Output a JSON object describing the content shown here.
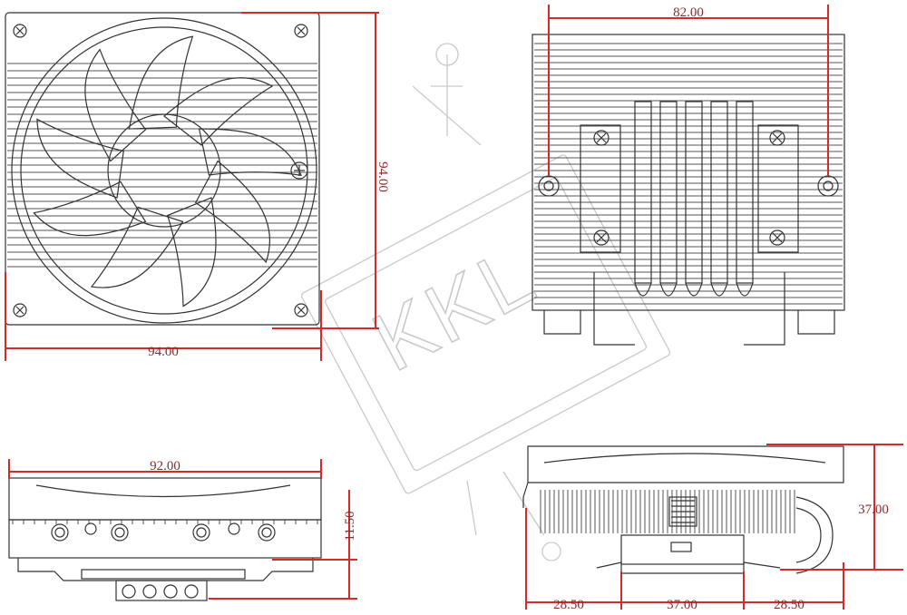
{
  "colors": {
    "dimension": "#d42a2a",
    "dimension_text": "#8a2b2b",
    "drawing": "#333333",
    "watermark": "#c9c9c9"
  },
  "watermark": {
    "text": "KKL"
  },
  "views": {
    "fan_top": {
      "width_label": "94.00",
      "height_label": "94.00"
    },
    "back_view": {
      "mount_spacing_label": "82.00"
    },
    "side_front": {
      "width_label": "92.00",
      "clearance_label": "11.50"
    },
    "side_profile": {
      "height_label": "37.00",
      "left_offset_label": "28.50",
      "base_width_label": "37.00",
      "right_offset_label": "28.50"
    }
  }
}
